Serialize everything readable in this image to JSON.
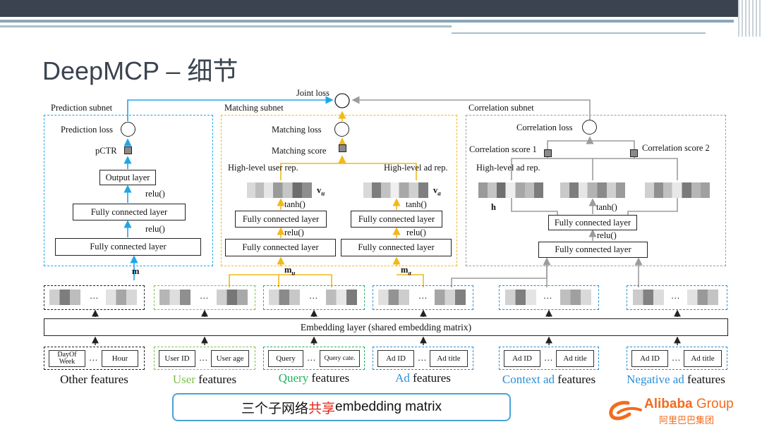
{
  "slide": {
    "title": "DeepMCP – 细节"
  },
  "colors": {
    "prediction": "#1ea7e8",
    "matching": "#f2b81c",
    "correlation": "#9c9c9c",
    "user": "#7cc04b",
    "query": "#20b060",
    "ad": "#2b8fd6",
    "header": "#3b4350",
    "highlight": "#e8231a"
  },
  "diagram": {
    "joint_loss": "Joint loss",
    "prediction": {
      "subnet": "Prediction subnet",
      "loss": "Prediction loss",
      "pctr": "pCTR",
      "output_layer": "Output layer",
      "relu_top": "relu()",
      "fc_top": "Fully connected layer",
      "relu_bottom": "relu()",
      "fc_bottom": "Fully connected layer",
      "input": "m"
    },
    "matching": {
      "subnet": "Matching subnet",
      "loss": "Matching loss",
      "score": "Matching score",
      "user_rep": "High-level user rep.",
      "ad_rep": "High-level ad rep.",
      "vu": "v",
      "vu_sub": "u",
      "va": "v",
      "va_sub": "a",
      "tanh_left": "tanh()",
      "tanh_right": "tanh()",
      "fc_top_left": "Fully connected layer",
      "fc_top_right": "Fully connected layer",
      "relu_left": "relu()",
      "relu_right": "relu()",
      "fc_bottom_left": "Fully connected layer",
      "fc_bottom_right": "Fully connected layer",
      "mu": "m",
      "mu_sub": "u",
      "ma": "m",
      "ma_sub": "a"
    },
    "correlation": {
      "subnet": "Correlation subnet",
      "loss": "Correlation loss",
      "score1": "Correlation score 1",
      "score2": "Correlation score 2",
      "ad_rep": "High-level ad rep.",
      "h": "h",
      "tanh": "tanh()",
      "fc_top": "Fully connected layer",
      "relu": "relu()",
      "fc_bottom": "Fully connected layer"
    },
    "embedding_layer": "Embedding layer (shared embedding matrix)",
    "ellipsis": "…",
    "features": [
      {
        "kind": "other",
        "items": [
          "DayOf Week",
          "Hour"
        ],
        "label_colored": "",
        "label_plain": "Other features"
      },
      {
        "kind": "user",
        "items": [
          "User ID",
          "User age"
        ],
        "label_colored": "User",
        "label_plain": " features"
      },
      {
        "kind": "query",
        "items": [
          "Query",
          "Query cate."
        ],
        "label_colored": "Query",
        "label_plain": " features"
      },
      {
        "kind": "ad",
        "items": [
          "Ad ID",
          "Ad title"
        ],
        "label_colored": "Ad",
        "label_plain": " features"
      },
      {
        "kind": "context",
        "items": [
          "Ad ID",
          "Ad title"
        ],
        "label_colored": "Context ad",
        "label_plain": " features"
      },
      {
        "kind": "negative",
        "items": [
          "Ad ID",
          "Ad title"
        ],
        "label_colored": "Negative ad",
        "label_plain": " features"
      }
    ]
  },
  "callout": {
    "pre": "三个子网络",
    "highlight": "共享",
    "post": "embedding matrix"
  },
  "logo": {
    "name": "Alibaba",
    "group": "Group",
    "cn": "阿里巴巴集团"
  }
}
